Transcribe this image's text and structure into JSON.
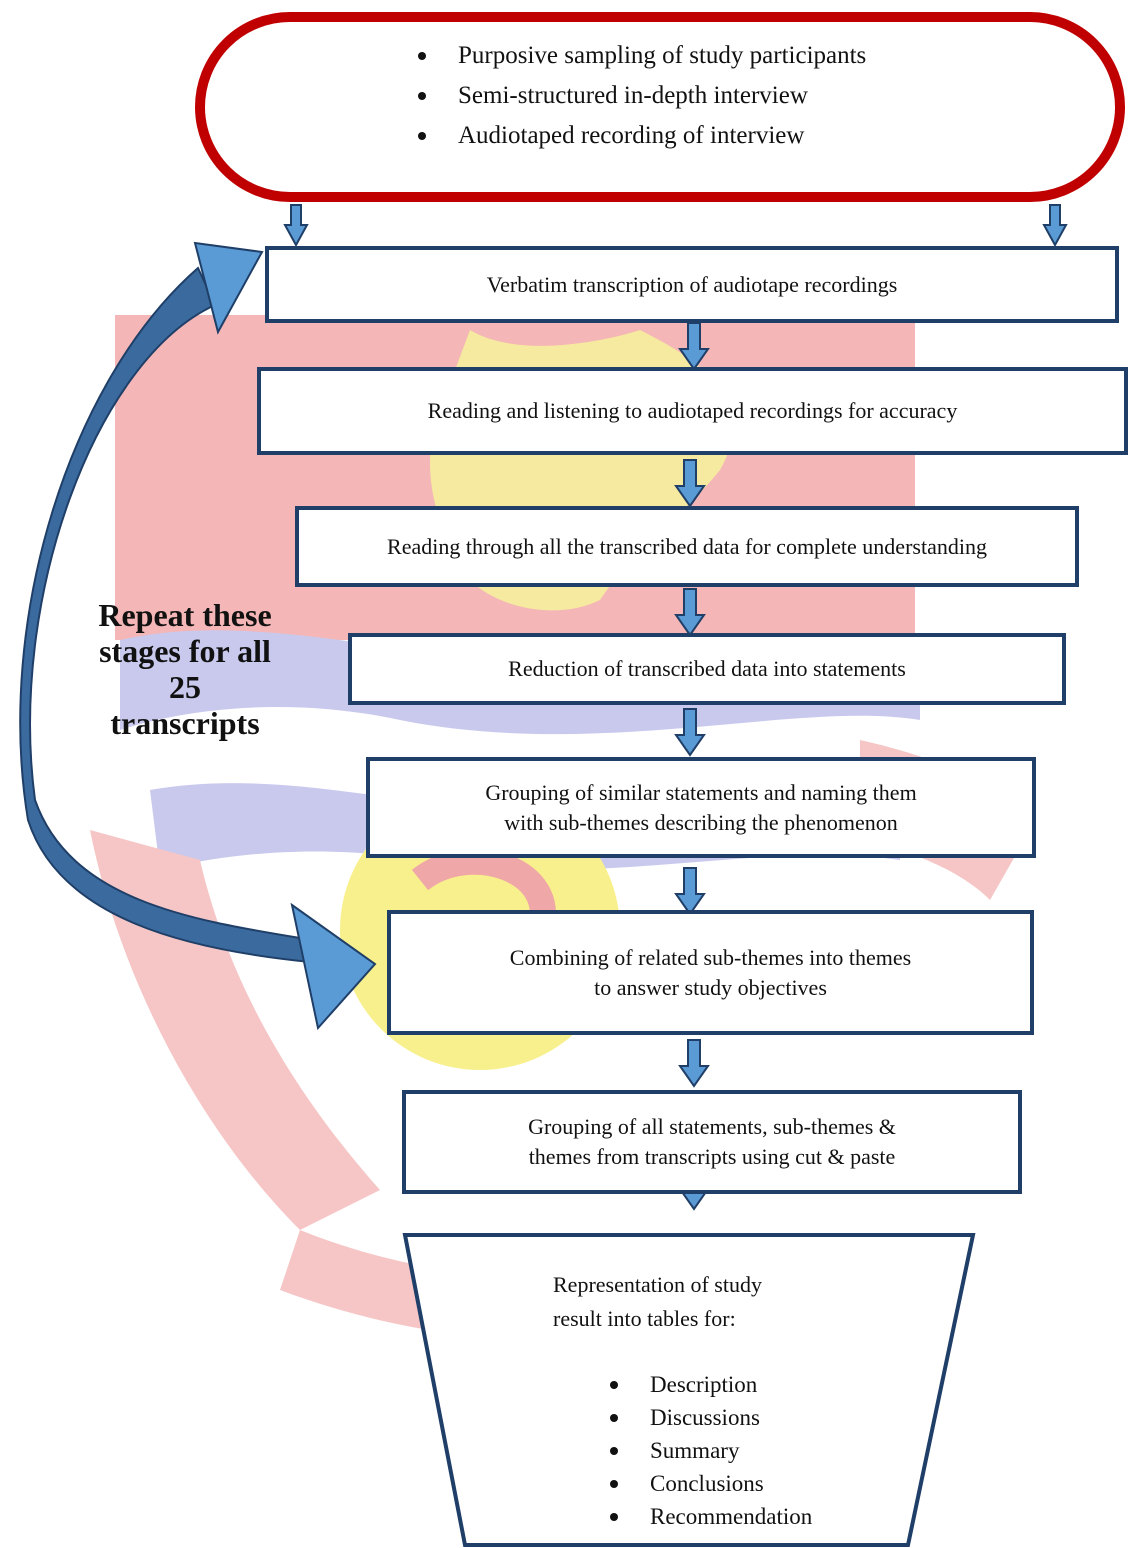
{
  "top_oval": {
    "items": [
      "Purposive sampling of study participants",
      "Semi-structured in-depth interview",
      "Audiotaped recording of interview"
    ]
  },
  "steps": [
    {
      "lines": [
        "Verbatim transcription of audiotape recordings"
      ]
    },
    {
      "lines": [
        "Reading and listening to audiotaped recordings for accuracy"
      ]
    },
    {
      "lines": [
        "Reading through all the transcribed data for complete understanding"
      ]
    },
    {
      "lines": [
        "Reduction of transcribed data into statements"
      ]
    },
    {
      "lines": [
        "Grouping of similar statements and naming them",
        "with sub-themes describing the phenomenon"
      ]
    },
    {
      "lines": [
        "Combining of related sub-themes into themes",
        "to answer study objectives"
      ]
    },
    {
      "lines": [
        "Grouping of all statements, sub-themes &",
        "themes from transcripts using cut & paste"
      ]
    }
  ],
  "side_label": {
    "lines": [
      "Repeat these",
      "stages for all",
      "25",
      "transcripts"
    ]
  },
  "funnel": {
    "title_lines": [
      "Representation of study",
      "result into tables for:"
    ],
    "items": [
      "Description",
      "Discussions",
      "Summary",
      "Conclusions",
      "Recommendation"
    ]
  },
  "colors": {
    "oval_border": "#c00000",
    "box_border": "#1f3f68",
    "arrow_fill": "#5b9bd5",
    "curved_arrow_dark": "#3b6b9e",
    "curved_arrow_light": "#5b9bd5"
  }
}
